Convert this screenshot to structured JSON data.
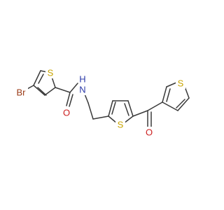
{
  "colors": {
    "bond": "#3a3a3a",
    "sulfur": "#c8a400",
    "bromine": "#9a3a16",
    "nitrogen": "#2c3aa8",
    "oxygen": "#cc2020",
    "background": "#ffffff"
  },
  "atoms": {
    "br": "Br",
    "s1": "S",
    "n": "N",
    "h": "H",
    "o1": "O",
    "s2": "S",
    "o2": "O",
    "s3": "S"
  }
}
